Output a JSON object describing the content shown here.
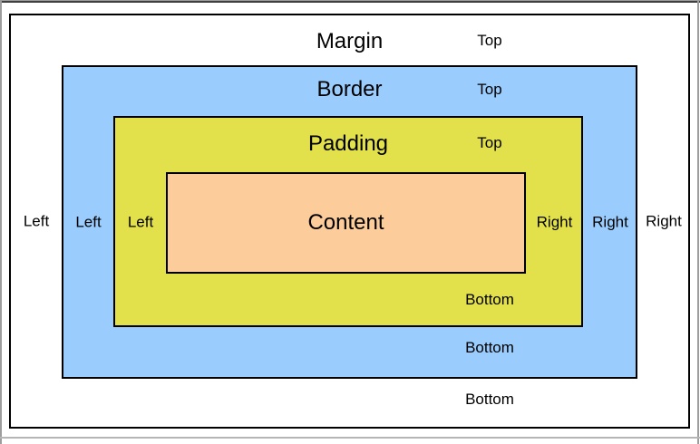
{
  "diagram": {
    "margin": {
      "title": "Margin",
      "top": "Top",
      "left": "Left",
      "right": "Right",
      "bottom": "Bottom"
    },
    "border": {
      "title": "Border",
      "top": "Top",
      "left": "Left",
      "right": "Right",
      "bottom": "Bottom"
    },
    "padding": {
      "title": "Padding",
      "top": "Top",
      "left": "Left",
      "right": "Right",
      "bottom": "Bottom"
    },
    "content": {
      "title": "Content"
    }
  },
  "colors": {
    "margin_fill": "#ffffff",
    "border_fill": "#9accfd",
    "padding_fill": "#e2e14b",
    "content_fill": "#fdcc9b",
    "box_outline": "#000000"
  }
}
